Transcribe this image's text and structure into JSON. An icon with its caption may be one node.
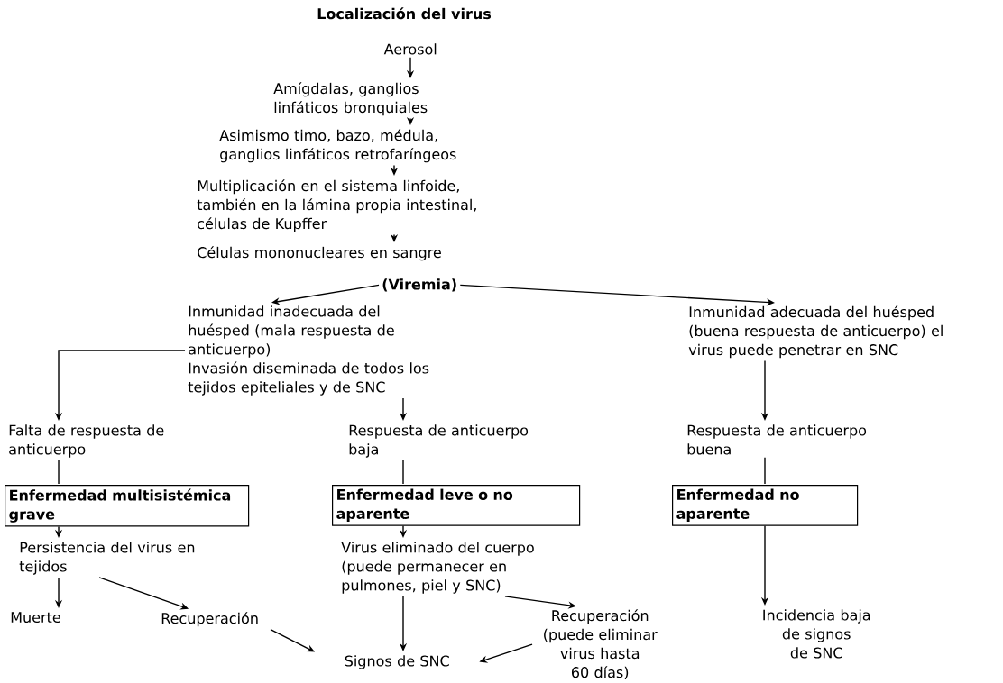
{
  "diagram": {
    "title": "Localización del virus",
    "nodes": [
      {
        "text": [
          "Aerosol"
        ]
      },
      {
        "text": [
          "Amígdalas, ganglios linfáticos bronquiales"
        ]
      },
      {
        "text": [
          "Asimismo timo, bazo, médula, ganglios linfáticos retrofaríngeos"
        ]
      },
      {
        "text": [
          "Multiplicación en el sistema linfoide, también en la lámina propia intestinal, células de Kupffer"
        ]
      },
      {
        "text": [
          "Células mononucleares en sangre"
        ]
      },
      {
        "text": [
          "(Viremia)"
        ]
      },
      {
        "text": [
          "Inmunidad inadecuada del huésped (mala respuesta de anticuerpo)",
          "Invasión diseminada de todos los tejidos epiteliales y de SNC"
        ]
      },
      {
        "text": [
          "Inmunidad adecuada del huésped (buena respuesta de anticuerpo) el virus puede penetrar en SNC"
        ]
      },
      {
        "text": [
          "Falta de respuesta de anticuerpo"
        ]
      },
      {
        "text": [
          "Respuesta de anticuerpo baja"
        ]
      },
      {
        "text": [
          "Respuesta de anticuerpo buena"
        ]
      },
      {
        "text": [
          "Enfermedad multisistémica grave"
        ]
      },
      {
        "text": [
          "Enfermedad leve o no aparente"
        ]
      },
      {
        "text": [
          "Enfermedad no aparente"
        ]
      },
      {
        "text": [
          "Persistencia del virus en tejidos"
        ]
      },
      {
        "text": [
          "Virus eliminado del cuerpo (puede permanecer en pulmones, piel y SNC)"
        ]
      },
      {
        "text": [
          "Incidencia baja de signos de SNC"
        ]
      },
      {
        "text": [
          "Muerte"
        ]
      },
      {
        "text": [
          "Recuperación"
        ]
      },
      {
        "text": [
          "Recuperación (puede eliminar virus hasta 60 días)"
        ]
      },
      {
        "text": [
          "Signos de SNC"
        ]
      }
    ],
    "edges": [
      {
        "from": 0,
        "to": 1,
        "arrow": "to"
      },
      {
        "from": 1,
        "to": 2,
        "arrow": "to"
      },
      {
        "from": 2,
        "to": 3,
        "arrow": "to"
      },
      {
        "from": 3,
        "to": 4,
        "arrow": "to"
      },
      {
        "from": 5,
        "to": 6,
        "arrow": "to"
      },
      {
        "from": 5,
        "to": 7,
        "arrow": "to"
      },
      {
        "from": 6,
        "to": 8,
        "arrow": "to"
      },
      {
        "from": 6,
        "to": 9,
        "arrow": "to"
      },
      {
        "from": 7,
        "to": 10,
        "arrow": "to"
      },
      {
        "from": 8,
        "to": 11,
        "arrow": "none"
      },
      {
        "from": 9,
        "to": 12,
        "arrow": "none"
      },
      {
        "from": 10,
        "to": 13,
        "arrow": "none"
      },
      {
        "from": 11,
        "to": 14,
        "arrow": "to"
      },
      {
        "from": 12,
        "to": 15,
        "arrow": "to"
      },
      {
        "from": 13,
        "to": 16,
        "arrow": "to"
      },
      {
        "from": 14,
        "to": 17,
        "arrow": "to"
      },
      {
        "from": 14,
        "to": 18,
        "arrow": "to"
      },
      {
        "from": 18,
        "to": 20,
        "arrow": "to"
      },
      {
        "from": 15,
        "to": 20,
        "arrow": "to"
      },
      {
        "from": 15,
        "to": 19,
        "arrow": "to"
      },
      {
        "from": 19,
        "to": 20,
        "arrow": "to"
      }
    ]
  }
}
